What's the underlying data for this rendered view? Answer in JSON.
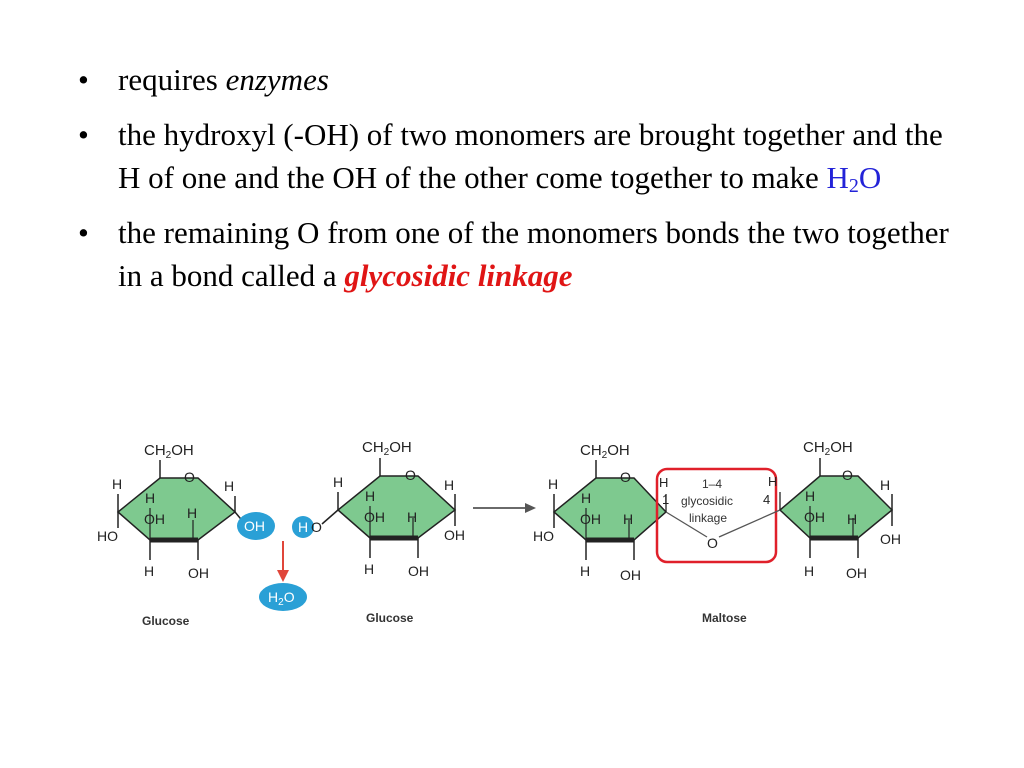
{
  "bullets": [
    {
      "text": "requires ",
      "em": "enzymes"
    },
    {
      "text": "the hydroxyl (-OH) of two monomers are brought together and the H of one and the OH of the other come together to make ",
      "water_h": "H",
      "water_sub": "2",
      "water_o": "O"
    },
    {
      "text": "the remaining O from one of the monomers bonds the two together in a bond called a ",
      "term": "glycosidic linkage"
    }
  ],
  "bullet_glyph": "•",
  "diagram": {
    "ch2oh": {
      "pre": "CH",
      "sub": "2",
      "post": "OH"
    },
    "h": "H",
    "o": "O",
    "oh": "OH",
    "ho": "HO",
    "oh_bubble": "OH",
    "h_bubble": "H",
    "water": {
      "pre": "H",
      "sub": "2",
      "post": "O"
    },
    "captions": {
      "glucose_left": "Glucose",
      "glucose_right": "Glucose",
      "maltose": "Maltose"
    },
    "linkage": {
      "title": "1–4",
      "line1": "glycosidic",
      "line2": "linkage",
      "num1": "1",
      "num4": "4",
      "o": "O"
    },
    "colors": {
      "ring": "#7ec98f",
      "ring_stroke": "#222222",
      "bubble": "#2aa0d6",
      "arrow_red": "#e0463a",
      "highlight": "#e0202a"
    }
  }
}
